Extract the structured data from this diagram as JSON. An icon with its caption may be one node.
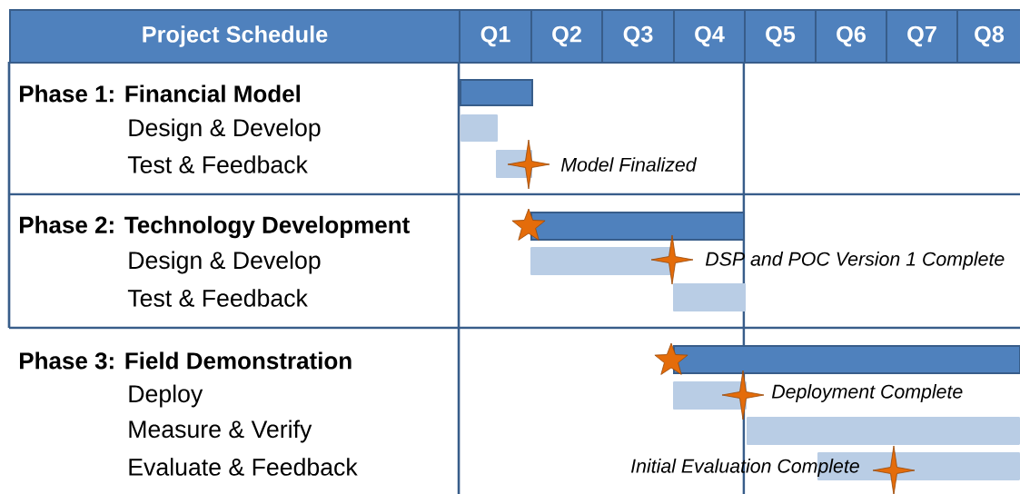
{
  "diagram": {
    "labels": [
      "Project Schedule",
      "Q1",
      "Q2",
      "Q3",
      "Q4",
      "Q5",
      "Q6",
      "Q7",
      "Q8",
      "Phase 1: Financial Model",
      "Design & Develop",
      "Test & Feedback",
      "Model Finalized",
      "Phase 2: Technology Development",
      "Design & Develop",
      "DSP and POC Version 1 Complete",
      "Test & Feedback",
      "Phase 3: Field Demonstration",
      "Deploy",
      "Deployment Complete",
      "Measure & Verify",
      "Evaluate & Feedback",
      "Initial Evaluation Complete"
    ]
  }
}
